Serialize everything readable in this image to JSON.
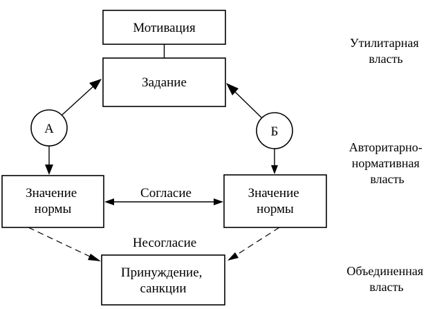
{
  "nodes": {
    "motivation": "Мотивация",
    "task": "Задание",
    "circle_a": "А",
    "circle_b": "Б",
    "norm_left": [
      "Значение",
      "нормы"
    ],
    "norm_right": [
      "Значение",
      "нормы"
    ],
    "coercion": [
      "Принуждение,",
      "санкции"
    ]
  },
  "edges": {
    "agreement": "Согласие",
    "disagreement": "Несогласие"
  },
  "side_labels": {
    "utilitarian": [
      "Утилитарная",
      "власть"
    ],
    "authoritarian": [
      "Авторитарно-",
      "нормативная",
      "власть"
    ],
    "combined": [
      "Объединенная",
      "власть"
    ]
  }
}
